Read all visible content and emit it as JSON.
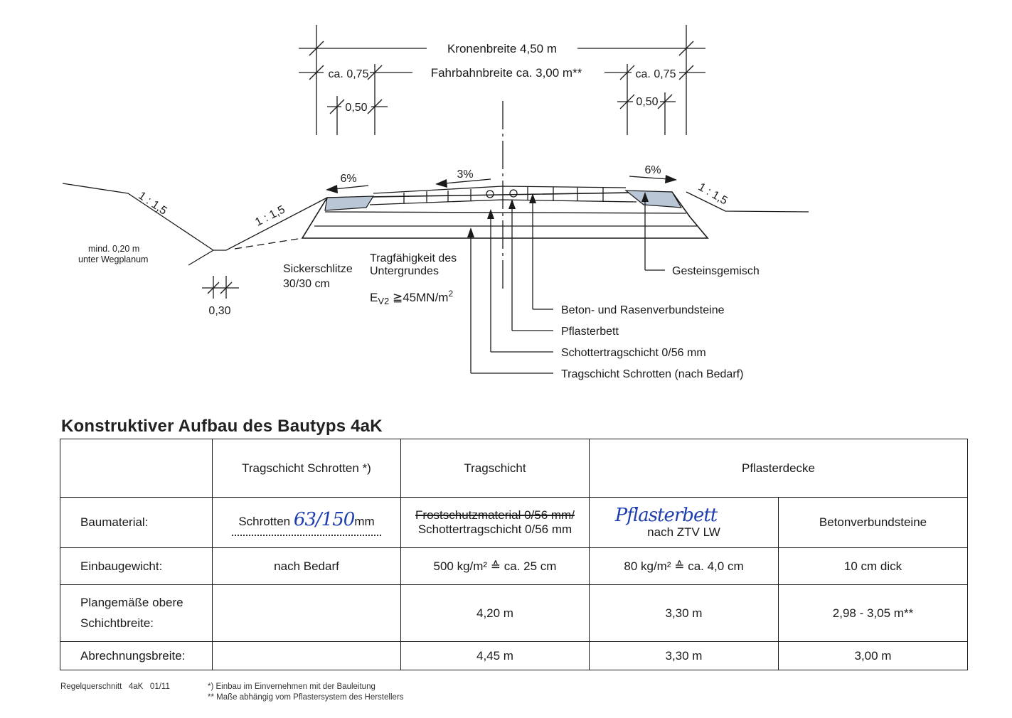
{
  "diagram": {
    "dims": {
      "kronenbreite": "Kronenbreite 4,50 m",
      "fahrbahnbreite": "Fahrbahnbreite ca. 3,00 m**",
      "ca075_left": "ca. 0,75",
      "ca075_right": "ca. 0,75",
      "w050_left": "0,50",
      "w050_right": "0,50",
      "w030": "0,30"
    },
    "slopes": {
      "left_percent": "6%",
      "center_percent": "3%",
      "right_percent": "6%",
      "ratio_far_left": "1 : 1,5",
      "ratio_left": "1 : 1,5",
      "ratio_right": "1 : 1,5"
    },
    "notes": {
      "mind_line1": "mind. 0,20 m",
      "mind_line2": "unter Wegplanum",
      "sicker_line1": "Sickerschlitze",
      "sicker_line2": "30/30 cm",
      "trag_line1": "Tragfähigkeit des",
      "trag_line2": "Untergrundes",
      "ev2": "E",
      "ev2_sub": "V2",
      "ev2_val": " ≧45MN/m",
      "ev2_sup": "2"
    },
    "layers": {
      "gesteinsgemisch": "Gesteinsgemisch",
      "beton_rasen": "Beton- und Rasenverbundsteine",
      "pflasterbett": "Pflasterbett",
      "schottertragschicht": "Schottertragschicht 0/56 mm",
      "tragschicht_schrotten": "Tragschicht Schrotten (nach Bedarf)"
    }
  },
  "section_title": "Konstruktiver Aufbau des Bautyps 4aK",
  "table": {
    "headers": {
      "col1": "Tragschicht Schrotten *)",
      "col2": "Tragschicht",
      "col3": "Pflasterdecke"
    },
    "rows": {
      "baumaterial": {
        "label": "Baumaterial:",
        "c1_prefix": "Schrotten ",
        "c1_handwritten": "63/150",
        "c1_suffix": "mm",
        "c2_struck": "Frostschutzmaterial 0/56 mm/",
        "c2_line2": "Schottertragschicht 0/56 mm",
        "c3_handwritten": "Pflasterbett",
        "c3_line2": "nach ZTV LW",
        "c4": "Betonverbundsteine"
      },
      "einbaugewicht": {
        "label": "Einbaugewicht:",
        "c1": "nach Bedarf",
        "c2": "500 kg/m² ≙ ca. 25 cm",
        "c3": "80 kg/m² ≙ ca. 4,0 cm",
        "c4": "10 cm dick"
      },
      "plangemaesse": {
        "label_line1": "Plangemäße obere",
        "label_line2": "Schichtbreite:",
        "c1": "",
        "c2": "4,20 m",
        "c3": "3,30 m",
        "c4": "2,98 - 3,05 m**"
      },
      "abrechnungsbreite": {
        "label": "Abrechnungsbreite:",
        "c1": "",
        "c2": "4,45 m",
        "c3": "3,30 m",
        "c4": "3,00 m"
      }
    }
  },
  "footer": {
    "reference": "Regelquerschnitt   4aK   01/11",
    "note1": "*) Einbau im Einvernehmen mit der Bauleitung",
    "note2": "** Maße abhängig vom Pflastersystem des Herstellers"
  }
}
